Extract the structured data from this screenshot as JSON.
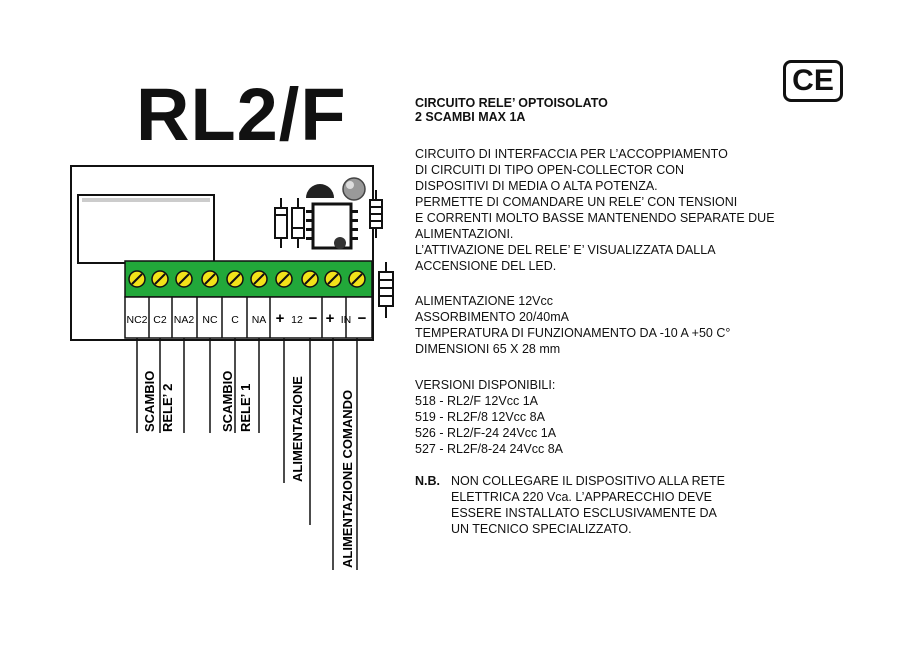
{
  "title": "RL2/F",
  "ce_mark": "CE",
  "heading": [
    "CIRCUITO RELE’ OPTOISOLATO",
    "2 SCAMBI MAX 1A"
  ],
  "description": [
    "CIRCUITO DI INTERFACCIA PER L’ACCOPPIAMENTO",
    "DI CIRCUITI DI TIPO OPEN-COLLECTOR CON",
    "DISPOSITIVI DI MEDIA O ALTA POTENZA.",
    "PERMETTE DI COMANDARE UN RELE’ CON TENSIONI",
    "E CORRENTI MOLTO BASSE MANTENENDO SEPARATE DUE",
    "ALIMENTAZIONI.",
    "L’ATTIVAZIONE DEL RELE’ E’ VISUALIZZATA DALLA",
    "ACCENSIONE DEL LED."
  ],
  "specs": [
    "ALIMENTAZIONE 12Vcc",
    "ASSORBIMENTO 20/40mA",
    "TEMPERATURA DI FUNZIONAMENTO DA -10 A +50 C°",
    "DIMENSIONI 65 X 28 mm"
  ],
  "versions": [
    "VERSIONI DISPONIBILI:",
    "518 - RL2/F   12Vcc 1A",
    "519 - RL2F/8   12Vcc 8A",
    "526 - RL2/F-24   24Vcc 1A",
    "527 - RL2F/8-24   24Vcc 8A"
  ],
  "note_label": "N.B.",
  "note": [
    "NON COLLEGARE IL DISPOSITIVO ALLA RETE",
    "ELETTRICA 220 Vca. L’APPARECCHIO DEVE",
    "ESSERE INSTALLATO ESCLUSIVAMENTE DA",
    "UN TECNICO SPECIALIZZATO."
  ],
  "terminals": [
    "NC2",
    "C2",
    "NA2",
    "NC",
    "C",
    "NA",
    "+",
    "12",
    "−",
    "+",
    "IN",
    "−"
  ],
  "diagram_labels": {
    "relay2": [
      "SCAMBIO",
      "RELE’ 2"
    ],
    "relay1": [
      "SCAMBIO",
      "RELE’ 1"
    ],
    "power": "ALIMENTAZIONE",
    "command": "ALIMENTAZIONE COMANDO"
  },
  "colors": {
    "terminal_block": "#22a83a",
    "screw": "#f2e21a",
    "text": "#111111"
  }
}
